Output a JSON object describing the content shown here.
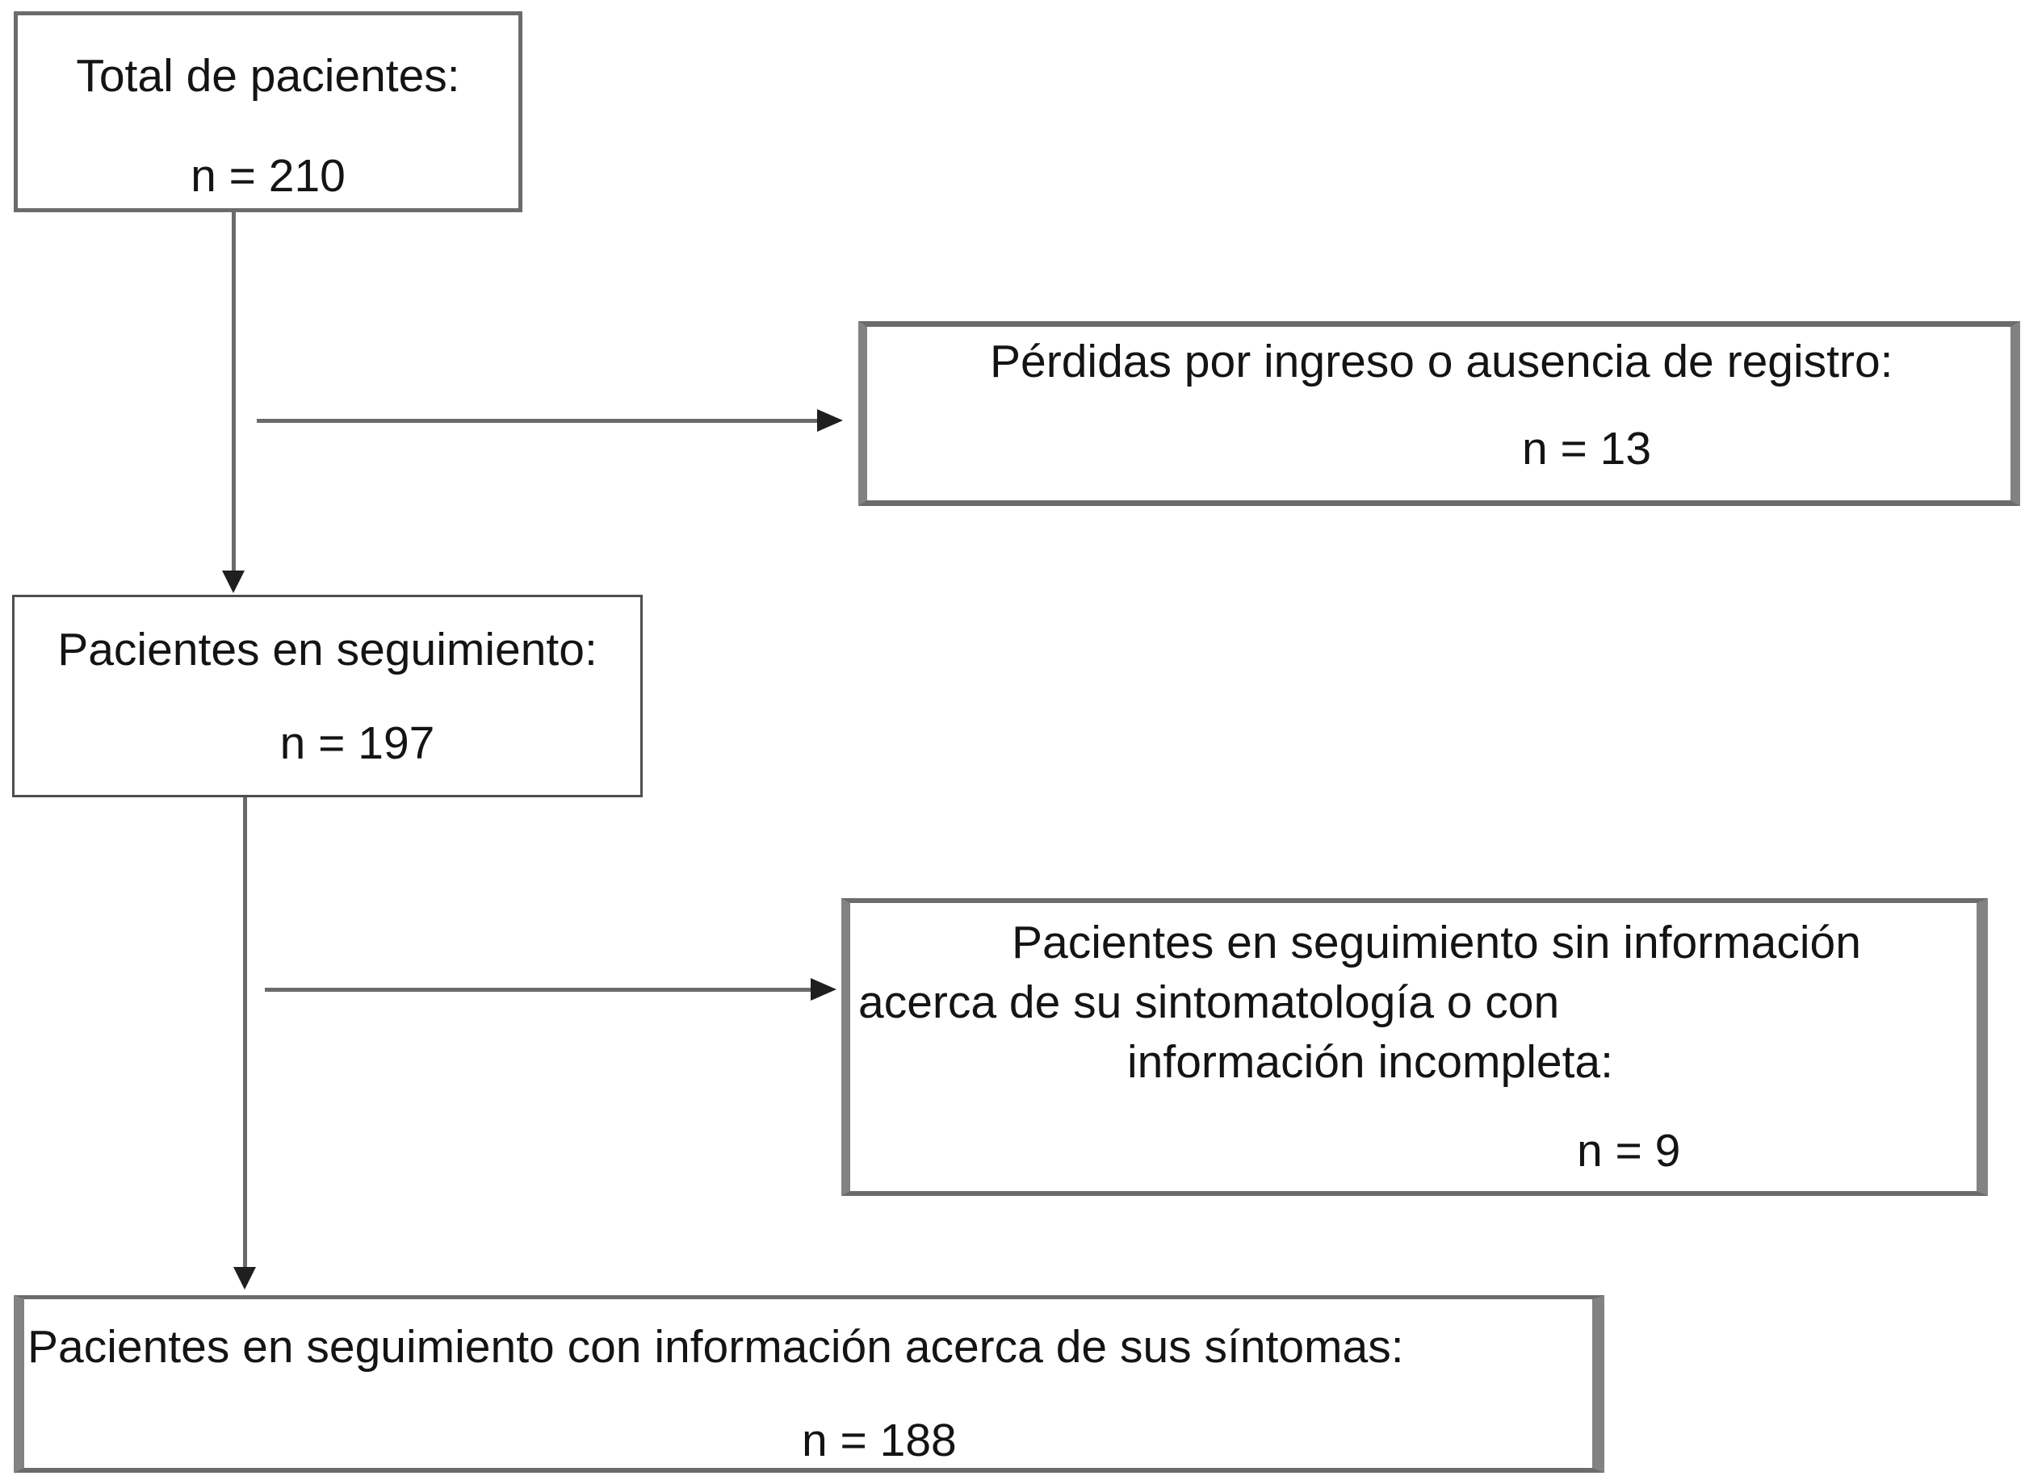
{
  "diagram": {
    "type": "patient-flow-diagram",
    "boxes": [
      {
        "id": "total-patients",
        "lines": [
          "Total de pacientes:",
          "n = 210"
        ]
      },
      {
        "id": "losses-registry",
        "lines": [
          "Pérdidas por ingreso o ausencia de registro:",
          "n = 13"
        ]
      },
      {
        "id": "patients-follow-up",
        "lines": [
          "Pacientes en seguimiento:",
          "n = 197"
        ]
      },
      {
        "id": "follow-up-missing-info",
        "lines": [
          "Pacientes en seguimiento sin información",
          "acerca de su sintomatología o con",
          "información incompleta:",
          "n = 9"
        ]
      },
      {
        "id": "follow-up-with-info",
        "lines": [
          "Pacientes en seguimiento con información acerca de sus síntomas:",
          "n = 188"
        ]
      }
    ],
    "flows": [
      {
        "from": "total-patients",
        "to": "patients-follow-up",
        "type": "down-arrow"
      },
      {
        "from": "total-patients",
        "to": "losses-registry",
        "type": "right-arrow"
      },
      {
        "from": "patients-follow-up",
        "to": "follow-up-with-info",
        "type": "down-arrow"
      },
      {
        "from": "patients-follow-up",
        "to": "follow-up-missing-info",
        "type": "right-arrow"
      }
    ],
    "colors": {
      "background": "#ffffff",
      "text": "#141414",
      "box_border": "#6b6b6b",
      "thin_border": "#4e4e4e",
      "thick_border": "#828282",
      "arrow_line": "#6a6a6a",
      "arrow_head": "#1f1f1f"
    }
  }
}
